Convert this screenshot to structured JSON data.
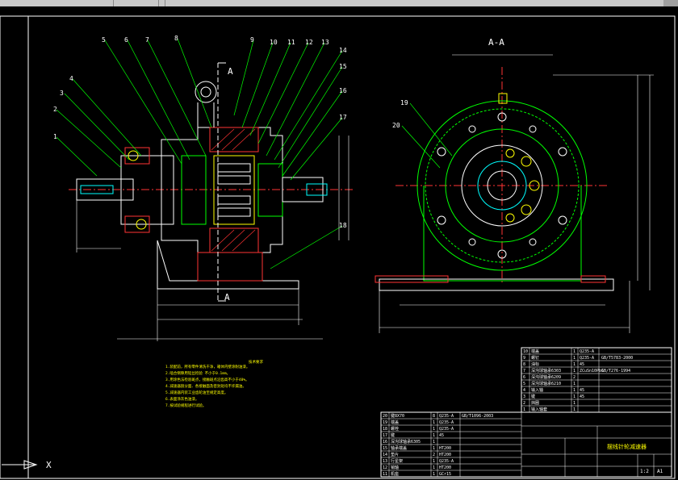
{
  "window": {
    "title": ""
  },
  "section_label": "A-A",
  "cut_marks": {
    "top": "A",
    "bottom": "A"
  },
  "part_numbers": [
    "1",
    "2",
    "3",
    "4",
    "5",
    "6",
    "7",
    "8",
    "9",
    "10",
    "11",
    "12",
    "13",
    "14",
    "15",
    "16",
    "17",
    "18",
    "19",
    "20"
  ],
  "ucs": {
    "x_label": "X"
  },
  "colors": {
    "bg": "#000000",
    "white": "#ffffff",
    "green": "#00ff00",
    "yellow": "#ffff00",
    "cyan": "#00ffff",
    "red": "#ff3333",
    "magenta": "#ff66ff"
  },
  "tech_notes": {
    "heading": "技术要求",
    "lines": [
      "1.装配前，所有零件清洗干净，箱体内壁涂耐油漆。",
      "2.啮合侧隙用铅丝检验 不小于0.1mm。",
      "3.用涂色法检验斑点，接触斑点沿齿高不小于40%。",
      "4.减速器剖分面、各接触面及密封处均不许漏油。",
      "5.减速器内装工业齿轮油至规定高度。",
      "6.表面涂灰色油漆。",
      "7.按试验规程进行试验。"
    ]
  },
  "parts_upper": [
    [
      "10",
      "端盖",
      "1",
      "Q235-A",
      ""
    ],
    [
      "9",
      "螺钉",
      "1",
      "Q235-A",
      "GB/T5783-2000"
    ],
    [
      "8",
      "油标",
      "1",
      "45",
      ""
    ],
    [
      "7",
      "深沟球轴承6303",
      "1",
      "ZCuSn10Pb1",
      "GB/T276-1994"
    ],
    [
      "6",
      "深沟球轴承6209",
      "2",
      "",
      ""
    ],
    [
      "5",
      "深沟球轴承6210",
      "1",
      "",
      ""
    ],
    [
      "4",
      "输入轴",
      "1",
      "45",
      ""
    ],
    [
      "3",
      "键",
      "1",
      "45",
      ""
    ],
    [
      "2",
      "挡圈",
      "1",
      "",
      ""
    ],
    [
      "1",
      "输入轴套",
      "1",
      "",
      ""
    ]
  ],
  "parts_lower": [
    [
      "20",
      "键8X70",
      "8",
      "Q235-A",
      "GB/T1096-2003"
    ],
    [
      "19",
      "端盖",
      "1",
      "Q235-A",
      ""
    ],
    [
      "18",
      "螺栓",
      "1",
      "Q235-A",
      ""
    ],
    [
      "17",
      "键",
      "1",
      "45",
      ""
    ],
    [
      "16",
      "深沟球轴承6305",
      "1",
      "",
      ""
    ],
    [
      "15",
      "轴承端盖",
      "1",
      "HT200",
      ""
    ],
    [
      "14",
      "垫片",
      "2",
      "HT200",
      ""
    ],
    [
      "13",
      "行星架",
      "1",
      "Q235-A",
      ""
    ],
    [
      "12",
      "销轴",
      "1",
      "HT200",
      ""
    ],
    [
      "11",
      "机座",
      "1",
      "GCr15",
      ""
    ]
  ],
  "title_block": {
    "title": "摆线针轮减速器",
    "school": "",
    "scale": "1:2",
    "sheet": "A1"
  }
}
